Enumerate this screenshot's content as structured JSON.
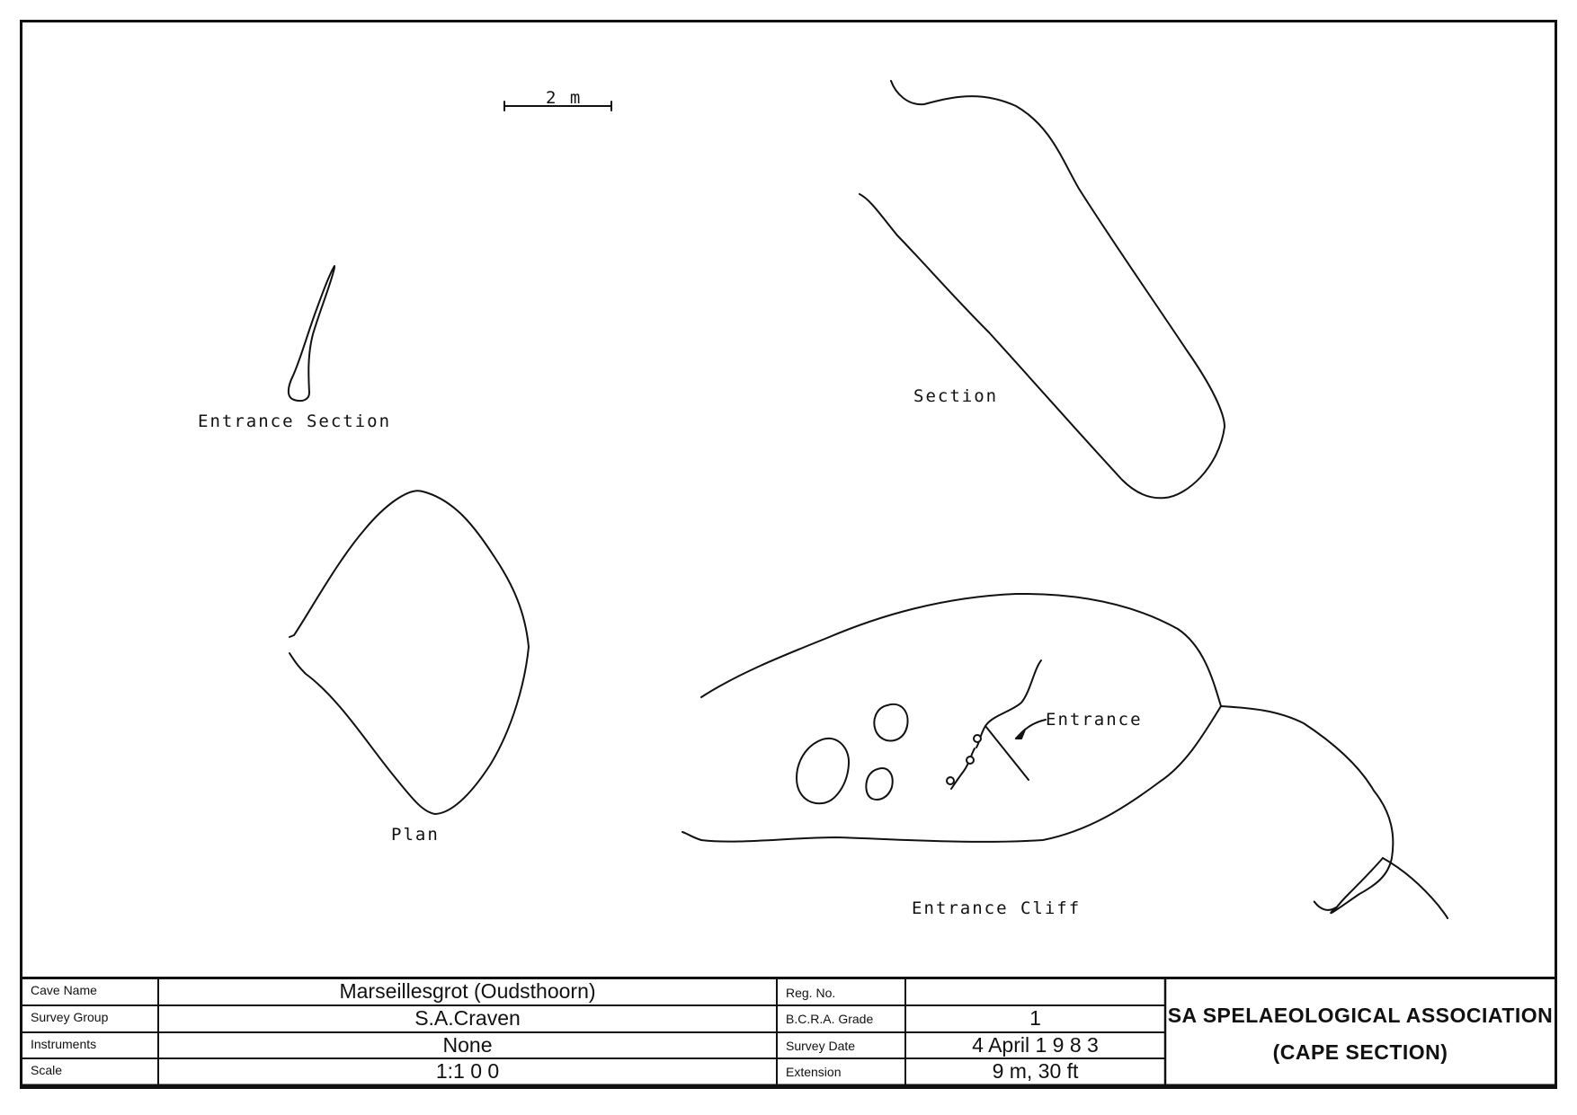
{
  "scale_bar": {
    "label": "2 m"
  },
  "views": {
    "entrance_section": "Entrance Section",
    "section": "Section",
    "plan": "Plan",
    "entrance_cliff": "Entrance Cliff",
    "entrance_callout": "Entrance"
  },
  "title_block": {
    "left": [
      {
        "key": "Cave Name",
        "value": "Marseillesgrot (Oudsthoorn)"
      },
      {
        "key": "Survey Group",
        "value": "S.A.Craven"
      },
      {
        "key": "Instruments",
        "value": "None"
      },
      {
        "key": "Scale",
        "value": "1:1 0 0"
      }
    ],
    "middle": [
      {
        "key": "Reg. No.",
        "value": ""
      },
      {
        "key": "B.C.R.A. Grade",
        "value": "1"
      },
      {
        "key": "Survey Date",
        "value": "4  April  1 9 8 3"
      },
      {
        "key": "Extension",
        "value": "9  m,  30  ft"
      }
    ],
    "organisation": {
      "line1": "SA  SPELAEOLOGICAL  ASSOCIATION",
      "line2": "(CAPE  SECTION)"
    }
  }
}
